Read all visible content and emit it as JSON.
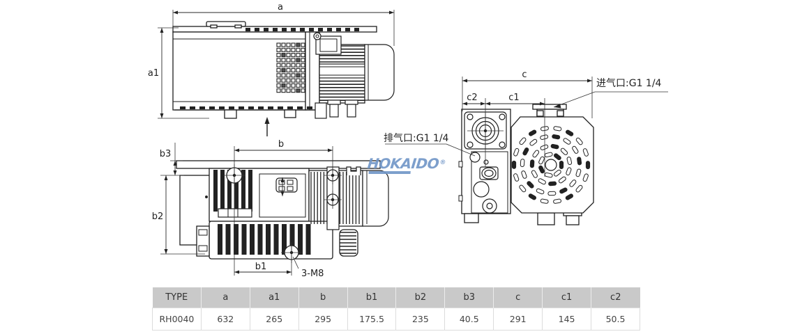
{
  "labels": {
    "a": "a",
    "a1": "a1",
    "b": "b",
    "b1": "b1",
    "b2": "b2",
    "b3": "b3",
    "c": "c",
    "c1": "c1",
    "c2": "c2",
    "mounting_holes": "3-M8",
    "inlet_port": "进气口:G1 1/4",
    "exhaust_port": "排气口:G1 1/4"
  },
  "logo": {
    "text": "HOKAIDO",
    "registered_mark": "®",
    "color": "#7297c8"
  },
  "table": {
    "headers": [
      "TYPE",
      "a",
      "a1",
      "b",
      "b1",
      "b2",
      "b3",
      "c",
      "c1",
      "c2"
    ],
    "rows": [
      [
        "RH0040",
        "632",
        "265",
        "295",
        "175.5",
        "235",
        "40.5",
        "291",
        "145",
        "50.5"
      ]
    ]
  },
  "colors": {
    "line": "#1e1e1e",
    "dim_line": "#2a2a2a",
    "table_header_bg": "#c9c9c9",
    "table_border": "#dcdcdc",
    "logo_blue": "#7297c8"
  }
}
